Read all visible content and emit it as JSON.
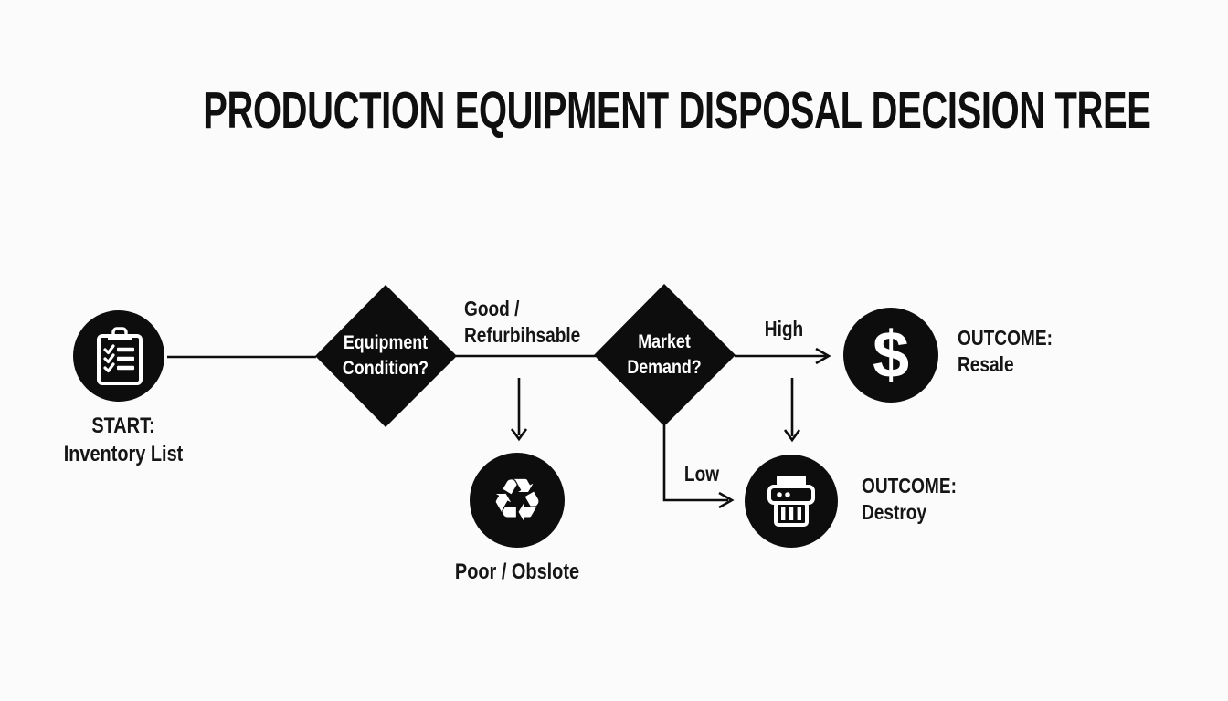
{
  "title": "PRODUCTION EQUIPMENT DISPOSAL DECISION TREE",
  "colors": {
    "ink": "#0d0d0d",
    "background": "#fbfbfb",
    "node_text": "#ffffff"
  },
  "nodes": {
    "start": {
      "icon": "clipboard-checklist-icon",
      "label_line1": "START:",
      "label_line2": "Inventory List"
    },
    "equipment_condition": {
      "type": "decision",
      "label_line1": "Equipment",
      "label_line2": "Condition?"
    },
    "market_demand": {
      "type": "decision",
      "label_line1": "Market",
      "label_line2": "Demand?"
    },
    "recycle": {
      "icon": "recycle-icon",
      "glyph": "♻",
      "label": "Poor / Obslote"
    },
    "resale": {
      "icon": "dollar-icon",
      "glyph": "$",
      "label_line1": "OUTCOME:",
      "label_line2": "Resale"
    },
    "destroy": {
      "icon": "shredder-icon",
      "label_line1": "OUTCOME:",
      "label_line2": "Destroy"
    }
  },
  "edges": {
    "good_label_line1": "Good /",
    "good_label_line2": "Refurbihsable",
    "high_label": "High",
    "low_label": "Low"
  }
}
